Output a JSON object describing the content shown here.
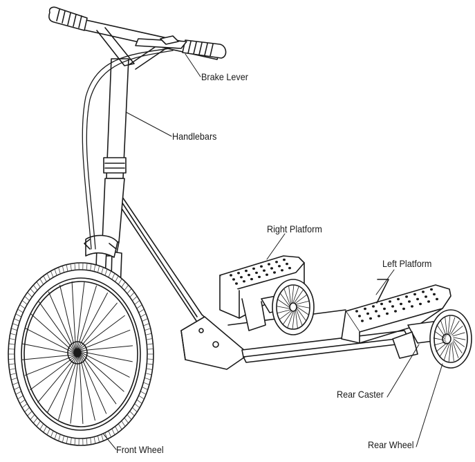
{
  "diagram": {
    "callouts": {
      "brake_lever": "Brake Lever",
      "handlebars": "Handlebars",
      "right_platform": "Right Platform",
      "left_platform": "Left Platform",
      "rear_caster": "Rear Caster",
      "rear_wheel": "Rear Wheel",
      "front_wheel": "Front Wheel"
    },
    "colors": {
      "line": "#1a1a1a",
      "background": "#ffffff"
    }
  }
}
